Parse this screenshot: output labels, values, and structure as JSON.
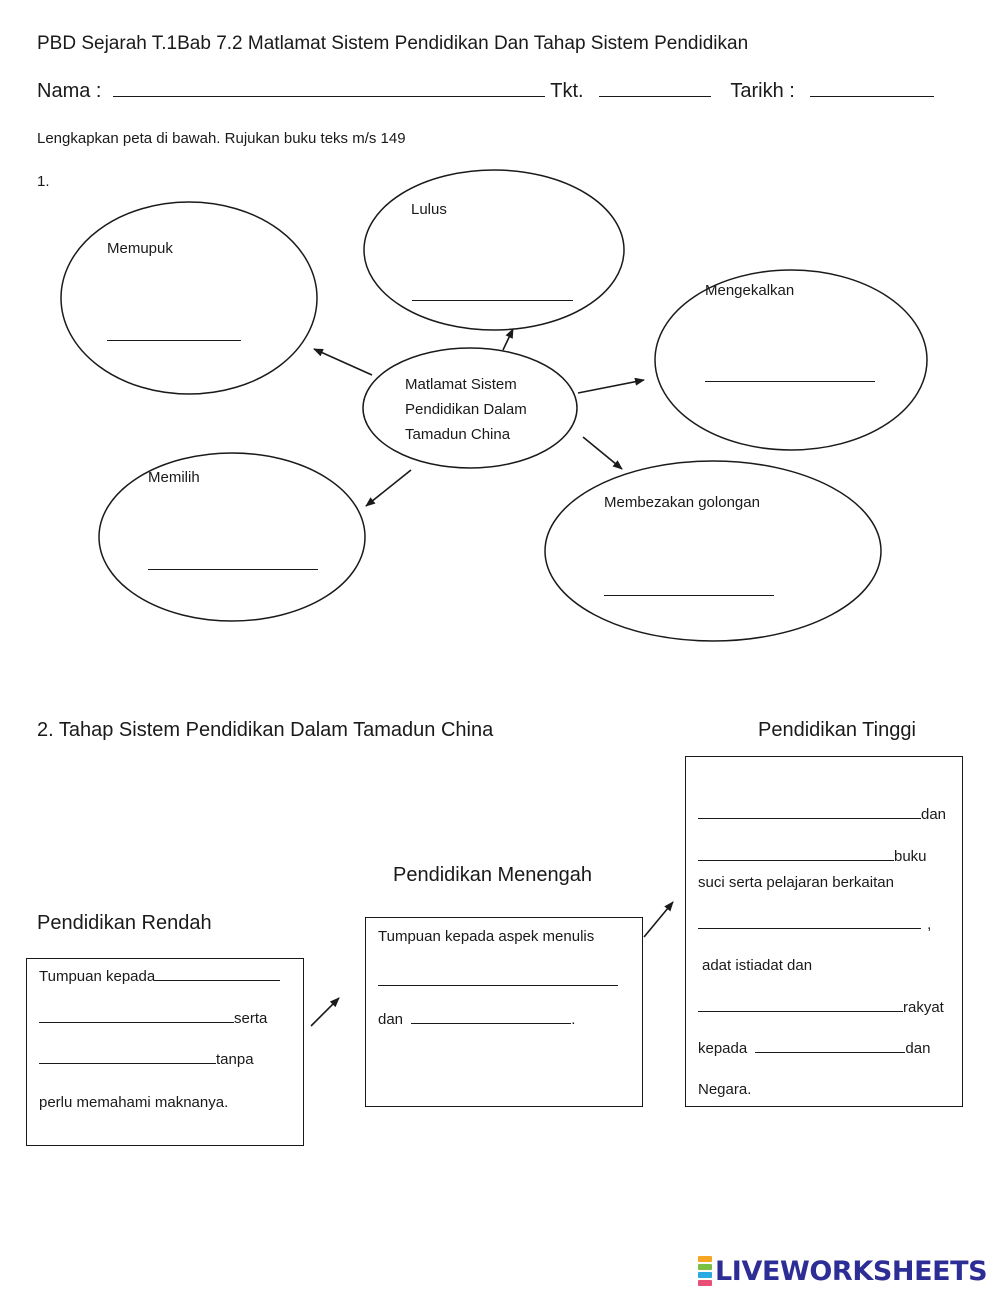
{
  "header": {
    "title": "PBD Sejarah T.1Bab 7.2  Matlamat Sistem Pendidikan Dan Tahap Sistem Pendidikan",
    "nama_label": "Nama  :",
    "tkt_label": "Tkt.",
    "tarikh_label": "Tarikh :",
    "instruction": "Lengkapkan peta di bawah. Rujukan buku teks m/s  149"
  },
  "section1": {
    "number": "1.",
    "center": [
      "Matlamat Sistem",
      "Pendidikan Dalam",
      "Tamadun China"
    ],
    "bubbles": {
      "memupuk": "Memupuk",
      "lulus": "Lulus",
      "mengekalkan": "Mengekalkan",
      "memilih": "Memilih",
      "membezakan": "Membezakan golongan"
    }
  },
  "section2": {
    "title": "2. Tahap Sistem Pendidikan  Dalam Tamadun China",
    "rendah": {
      "heading": "Pendidikan Rendah",
      "l1": "Tumpuan kepada",
      "l2": "serta",
      "l3": "tanpa",
      "l4": "perlu memahami maknanya."
    },
    "menengah": {
      "heading": "Pendidikan Menengah",
      "l1": "Tumpuan kepada aspek menulis",
      "l3_prefix": "dan",
      "l3_suffix": "."
    },
    "tinggi": {
      "heading": "Pendidikan Tinggi",
      "l1": "dan",
      "l2": "buku",
      "l3": "suci serta pelajaran berkaitan",
      "l4": ",",
      "l5": "adat istiadat  dan",
      "l6": "rakyat",
      "l7_prefix": "kepada",
      "l7_suffix": "dan",
      "l8": "Negara."
    }
  },
  "footer": {
    "brand": "LIVEWORKSHEETS",
    "logo_colors": [
      "#f5a623",
      "#7ac143",
      "#29abe2",
      "#e94e77"
    ]
  }
}
